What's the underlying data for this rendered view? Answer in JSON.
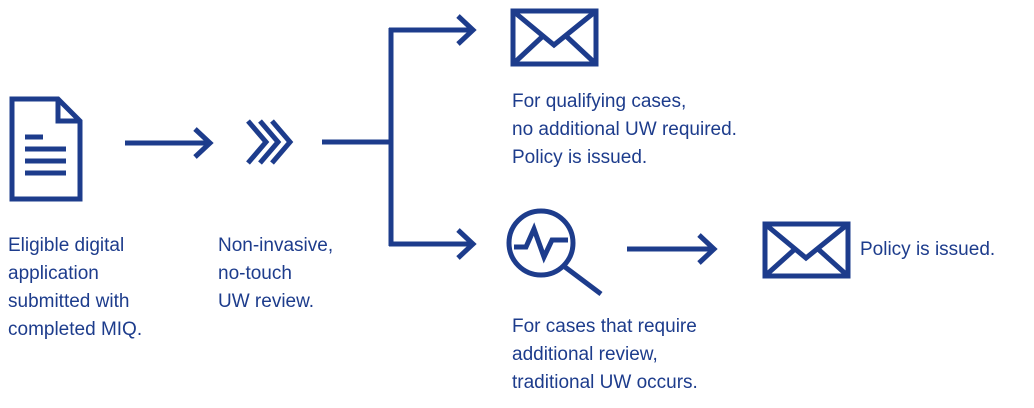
{
  "colors": {
    "ink": "#1d3c8c",
    "background": "#ffffff"
  },
  "nodes": {
    "application": {
      "icon": "document-icon",
      "lines": [
        "Eligible digital",
        "application",
        "submitted with",
        "completed MIQ."
      ]
    },
    "review": {
      "icon": "triple-chevron-right-icon",
      "lines": [
        "Non-invasive,",
        "no-touch",
        "UW review."
      ]
    },
    "qualifying": {
      "icon": "envelope-icon",
      "lines": [
        "For qualifying cases,",
        "no additional UW required.",
        "Policy is issued."
      ]
    },
    "additional_review": {
      "icon": "magnifier-heartbeat-icon",
      "lines": [
        "For cases that require",
        "additional review,",
        "traditional UW occurs."
      ]
    },
    "final_issue": {
      "icon": "envelope-icon",
      "lines": [
        "Policy is issued."
      ]
    }
  }
}
